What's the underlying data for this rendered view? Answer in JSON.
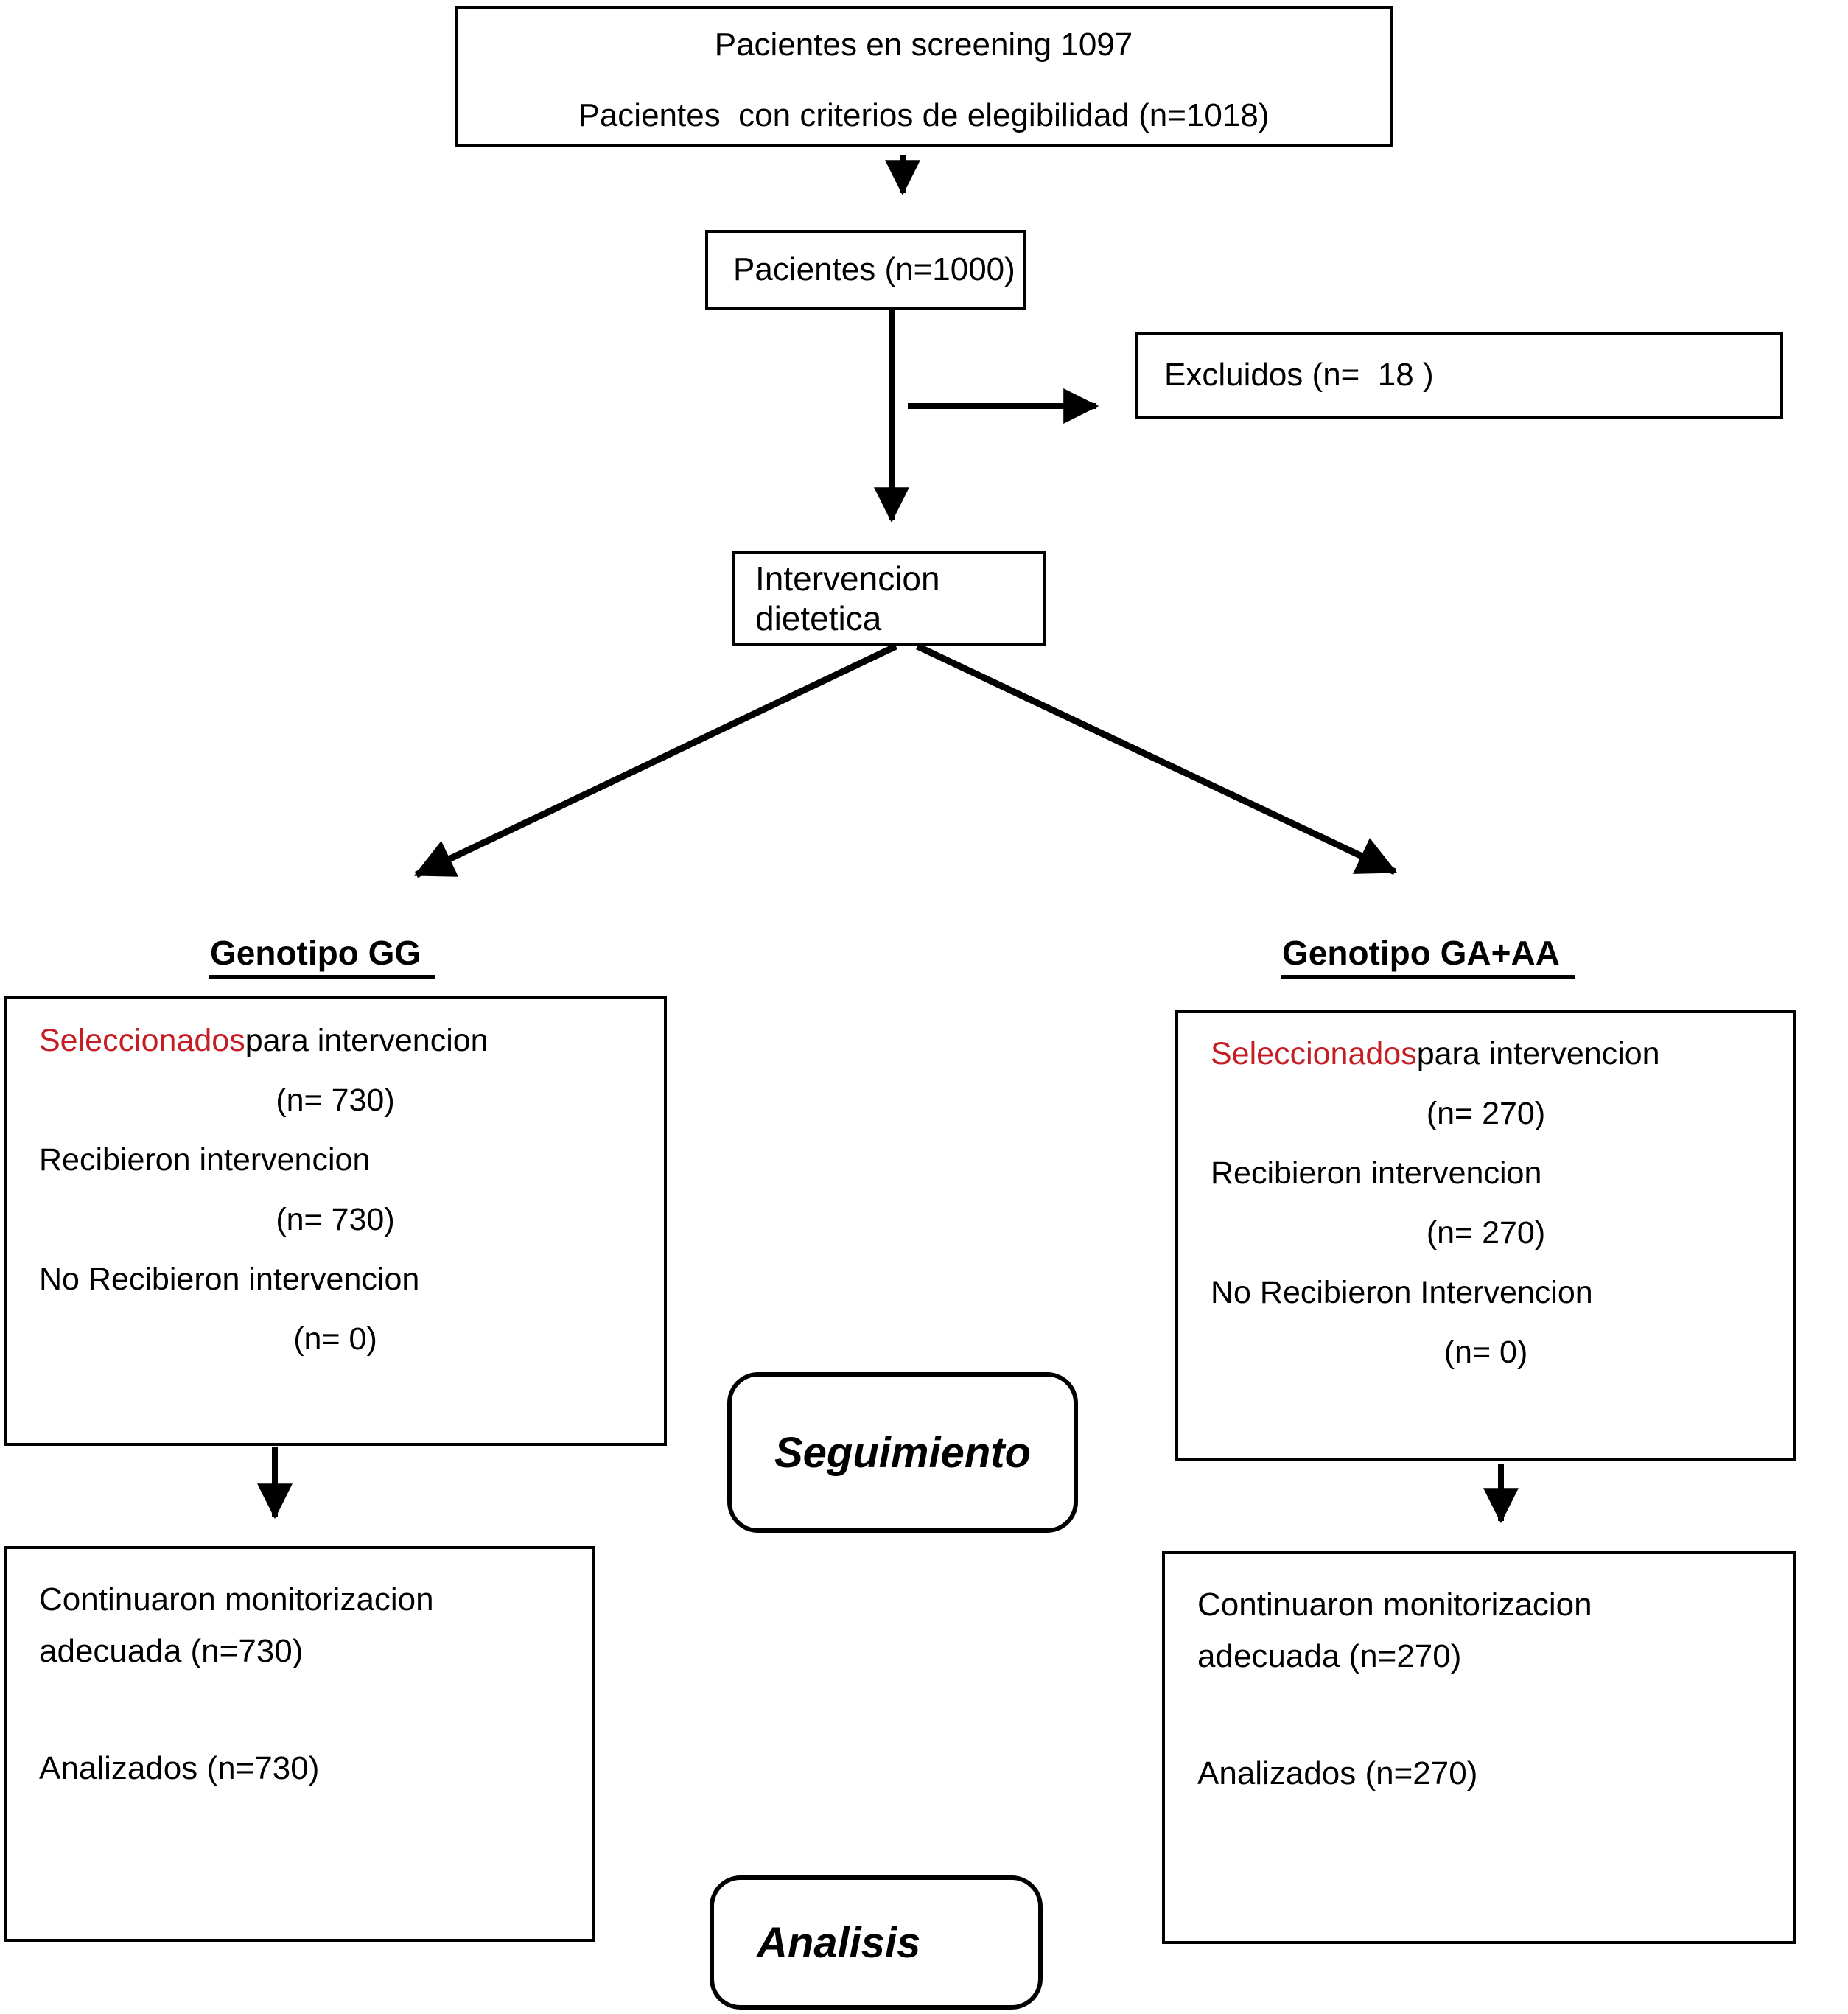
{
  "colors": {
    "accent_red": "#c41e24",
    "line": "#000000",
    "background": "#ffffff"
  },
  "flow": {
    "screening": {
      "line1": "Pacientes en screening 1097",
      "line2": "Pacientes  con criterios de elegibilidad (n=1018)"
    },
    "pacientes": {
      "label": "Pacientes (n=1000)"
    },
    "excluidos": {
      "label": "Excluidos (n=  18 )"
    },
    "intervencion": {
      "label": "Intervencion dietetica"
    },
    "seguimiento": {
      "label": "Seguimiento"
    },
    "analisis": {
      "label": "Analisis"
    },
    "gg": {
      "heading": "Genotipo GG",
      "seleccionados_highlight": "Seleccionados",
      "seleccionados_rest": " para intervencion",
      "n_seleccionados": "(n= 730)",
      "recibieron": "Recibieron intervencion",
      "n_recibieron": "(n= 730)",
      "no_recibieron": "No Recibieron intervencion",
      "n_no_recibieron": "(n= 0)",
      "monitorizacion_line1": "Continuaron monitorizacion",
      "monitorizacion_line2": "adecuada (n=730)",
      "analizados": "Analizados (n=730)"
    },
    "gaaa": {
      "heading": "Genotipo GA+AA",
      "seleccionados_highlight": "Seleccionados",
      "seleccionados_rest": " para intervencion",
      "n_seleccionados": "(n= 270)",
      "recibieron": "Recibieron intervencion",
      "n_recibieron": "(n= 270)",
      "no_recibieron": "No Recibieron Intervencion",
      "n_no_recibieron": "(n= 0)",
      "monitorizacion_line1": "Continuaron monitorizacion",
      "monitorizacion_line2": "adecuada (n=270)",
      "analizados": "Analizados (n=270)"
    }
  }
}
